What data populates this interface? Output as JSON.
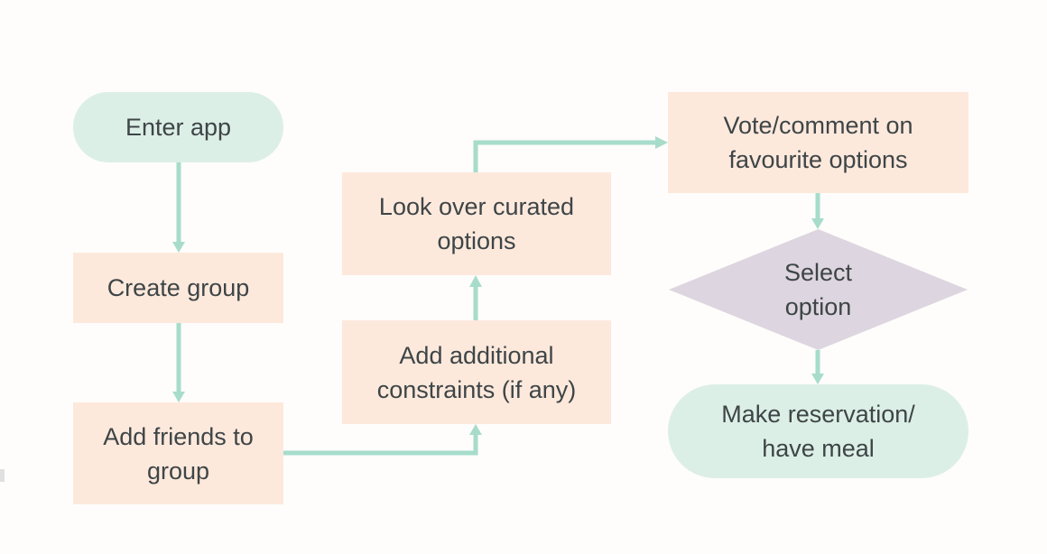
{
  "colors": {
    "background": "#fefdfb",
    "terminal_fill": "#dcefe6",
    "process_fill": "#fde9dc",
    "decision_fill": "#ddd5df",
    "connector": "#a7dccb",
    "text": "#3e4547"
  },
  "nodes": {
    "enter_app": {
      "label": "Enter app",
      "shape": "terminal"
    },
    "create_group": {
      "label": "Create group",
      "shape": "process"
    },
    "add_friends": {
      "label_line1": "Add friends to",
      "label_line2": "group",
      "shape": "process"
    },
    "add_constraints": {
      "label_line1": "Add additional",
      "label_line2": "constraints (if any)",
      "shape": "process"
    },
    "look_over": {
      "label_line1": "Look over curated",
      "label_line2": "options",
      "shape": "process"
    },
    "vote_comment": {
      "label_line1": "Vote/comment on",
      "label_line2": "favourite options",
      "shape": "process"
    },
    "select_option": {
      "label_line1": "Select",
      "label_line2": "option",
      "shape": "decision"
    },
    "make_reservation": {
      "label_line1": "Make reservation/",
      "label_line2": "have meal",
      "shape": "terminal"
    }
  },
  "edges": [
    {
      "from": "Enter app",
      "to": "Create group"
    },
    {
      "from": "Create group",
      "to": "Add friends to group"
    },
    {
      "from": "Add friends to group",
      "to": "Add additional constraints (if any)"
    },
    {
      "from": "Add additional constraints (if any)",
      "to": "Look over curated options"
    },
    {
      "from": "Look over curated options",
      "to": "Vote/comment on favourite options"
    },
    {
      "from": "Vote/comment on favourite options",
      "to": "Select option"
    },
    {
      "from": "Select option",
      "to": "Make reservation/have meal"
    }
  ]
}
